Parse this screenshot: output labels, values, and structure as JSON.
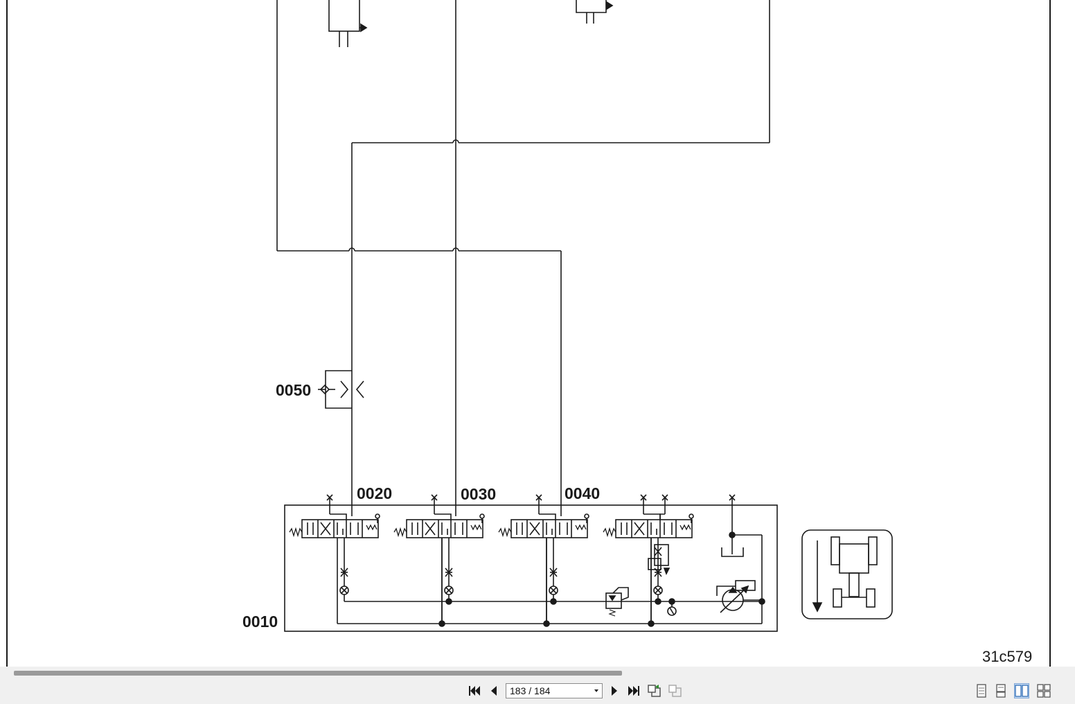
{
  "diagram": {
    "labels": {
      "check_valve": "0050",
      "valve_1": "0020",
      "valve_2": "0030",
      "valve_3": "0040",
      "valve_block": "0010",
      "figure_id": "31c579"
    }
  },
  "toolbar": {
    "page_indicator": "183 / 184"
  },
  "colors": {
    "line": "#1a1a1a",
    "chrome": "#f0f0f0",
    "icon": "#1a1a1a",
    "active_view": "#2f6db5"
  }
}
